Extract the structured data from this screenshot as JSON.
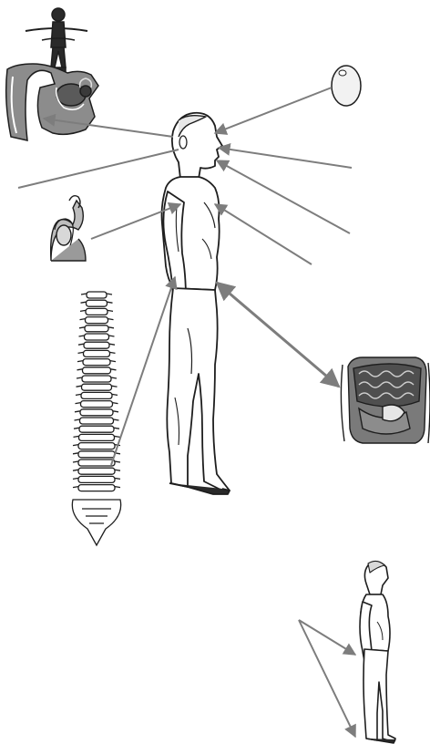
{
  "diagram": {
    "background": "#ffffff",
    "colors": {
      "arrow": "#7d7d7d",
      "figure_outline": "#1e1e1e",
      "figure_fill": "#ffffff",
      "ear_fill": "#8c8c8c",
      "abdomen_fill": "#6f6f6f",
      "egg_fill": "#f2f2f2"
    },
    "illustrations": [
      {
        "id": "balancing-figure",
        "icon": "person-on-beam-icon"
      },
      {
        "id": "inner-ear",
        "icon": "ear-cross-section-icon"
      },
      {
        "id": "egg",
        "icon": "egg-icon"
      },
      {
        "id": "woman-arm-raised",
        "icon": "woman-raising-arm-icon"
      },
      {
        "id": "spine",
        "icon": "vertebral-column-icon"
      },
      {
        "id": "abdomen",
        "icon": "abdominal-organs-icon"
      },
      {
        "id": "main-man",
        "icon": "standing-man-profile-icon"
      },
      {
        "id": "small-man",
        "icon": "standing-man-profile-icon"
      }
    ],
    "text_labels": []
  }
}
